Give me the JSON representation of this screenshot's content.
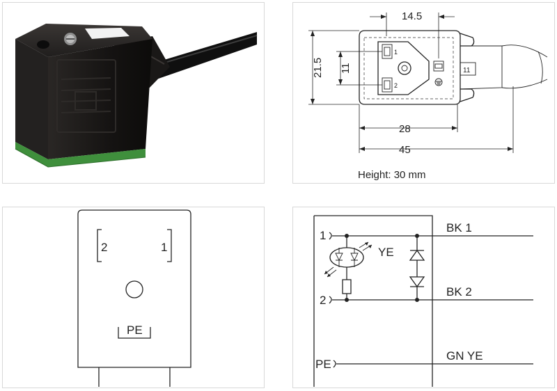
{
  "photo": {
    "alt": "Black valve connector with cable and green seal"
  },
  "dimensions": {
    "width_top": "14.5",
    "height_side": "21.5",
    "inner_height": "11",
    "depth_28": "28",
    "length_45": "45",
    "pin1": "1",
    "pin2": "2",
    "cable_mark": "11",
    "height_note": "Height: 30 mm"
  },
  "pin_layout": {
    "pin2": "2",
    "pin1": "1",
    "pe": "PE"
  },
  "schematic": {
    "pin1": "1",
    "pin2": "2",
    "pe": "PE",
    "led": "YE",
    "bk1": "BK 1",
    "bk2": "BK 2",
    "gnye": "GN YE"
  },
  "colors": {
    "connector_body": "#1d1b1a",
    "seal_green": "#3f8f3c",
    "label_white": "#f2f2f2"
  }
}
